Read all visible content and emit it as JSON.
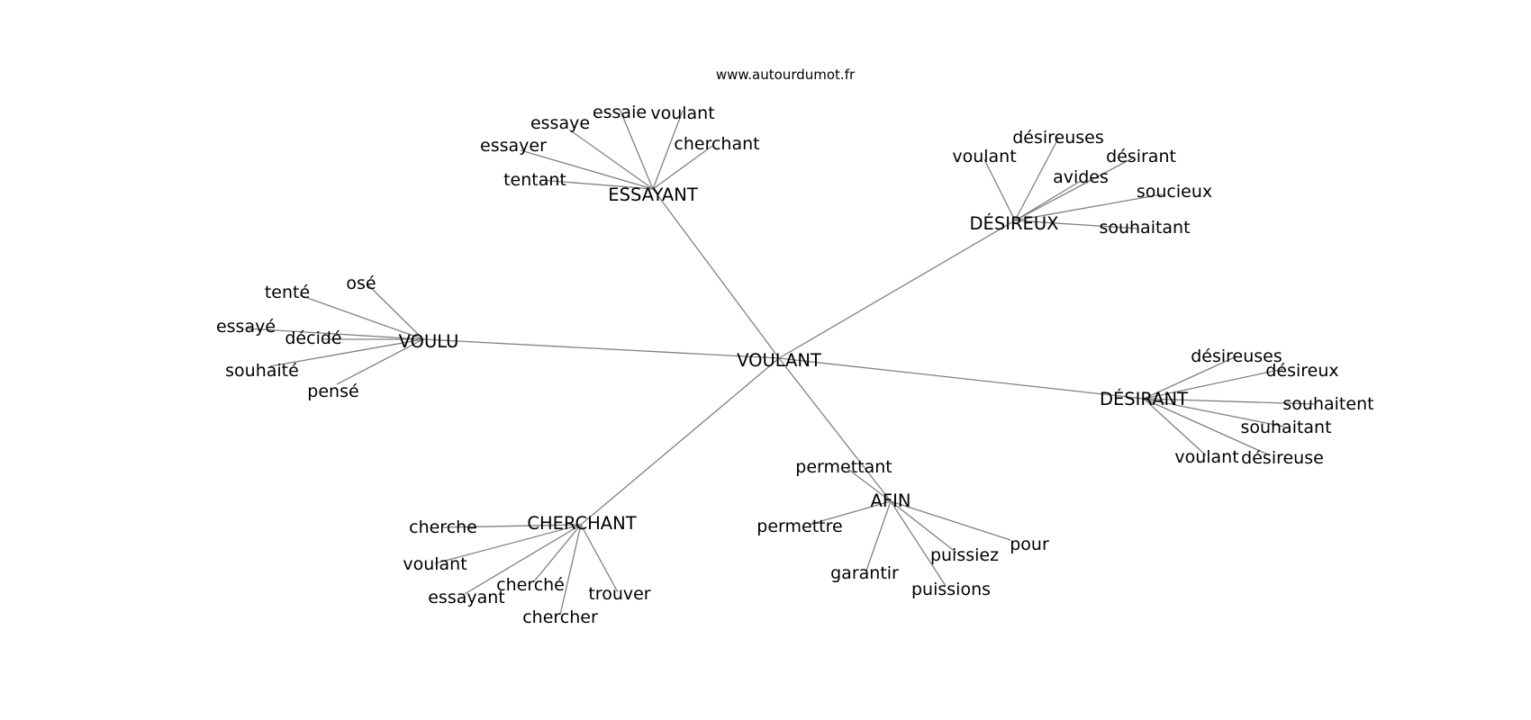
{
  "site": "www.autourdumot.fr",
  "center": "VOULANT",
  "clusters": [
    {
      "hub": "ESSAYANT",
      "words": [
        "essaie",
        "voulant",
        "essaye",
        "cherchant",
        "essayer",
        "tentant"
      ]
    },
    {
      "hub": "DÉSIREUX",
      "words": [
        "désireuses",
        "voulant",
        "désirant",
        "avides",
        "soucieux",
        "souhaitant"
      ]
    },
    {
      "hub": "VOULU",
      "words": [
        "osé",
        "tenté",
        "essayé",
        "décidé",
        "souhaité",
        "pensé"
      ]
    },
    {
      "hub": "DÉSIRANT",
      "words": [
        "désireuses",
        "désireux",
        "souhaitent",
        "souhaitant",
        "voulant",
        "désireuse"
      ]
    },
    {
      "hub": "AFIN",
      "words": [
        "permettant",
        "permettre",
        "pour",
        "puissiez",
        "garantir",
        "puissions"
      ]
    },
    {
      "hub": "CHERCHANT",
      "words": [
        "cherche",
        "voulant",
        "cherché",
        "essayant",
        "trouver",
        "chercher"
      ]
    }
  ]
}
